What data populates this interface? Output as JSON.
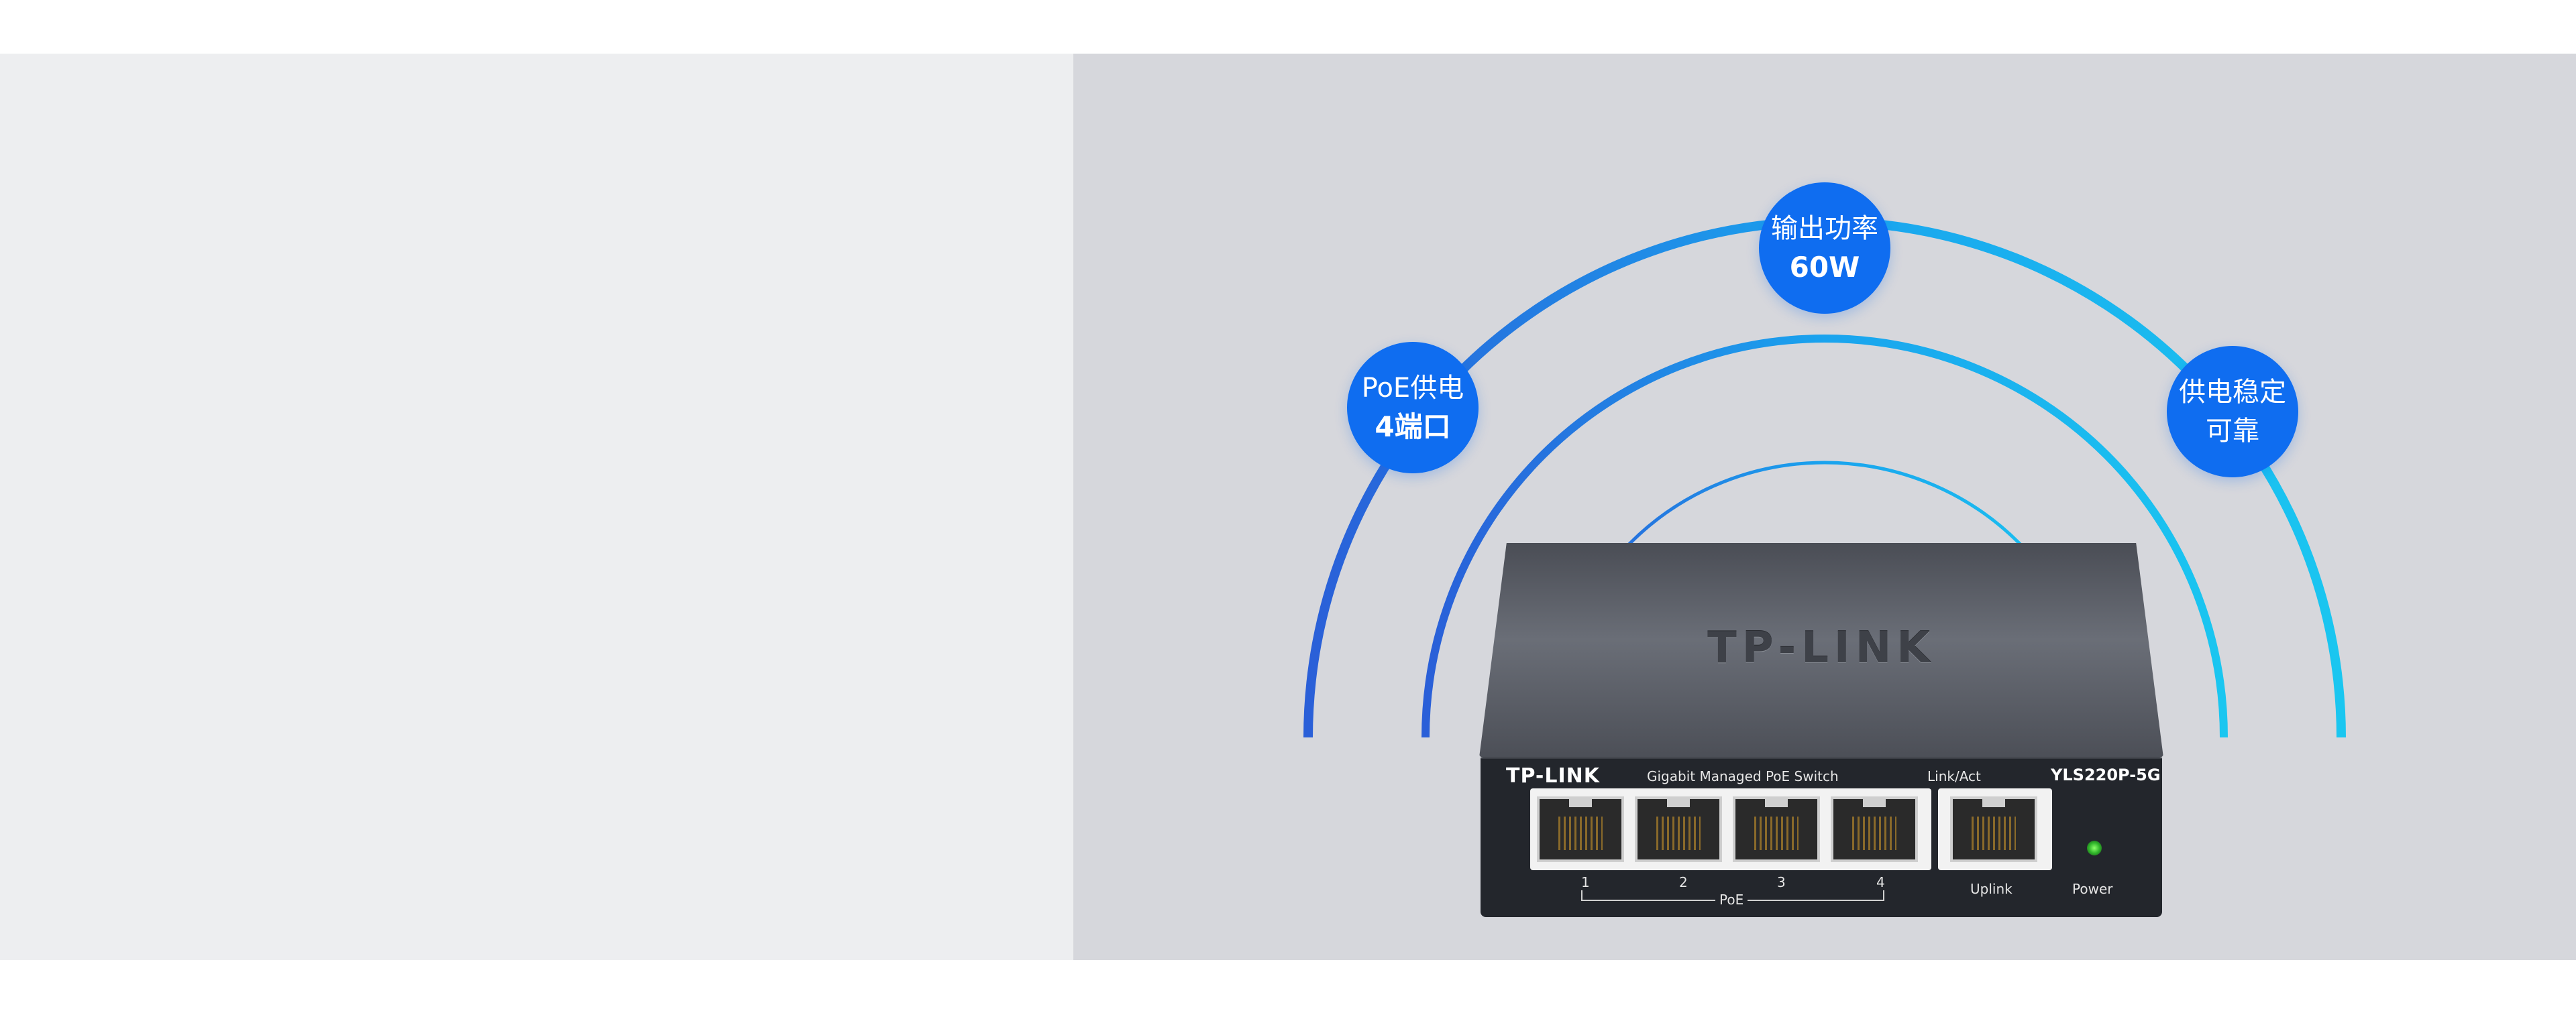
{
  "bubbles": {
    "power": {
      "line1": "输出功率",
      "line2": "60W"
    },
    "poe": {
      "line1": "PoE供电",
      "line2": "4端口"
    },
    "stable": {
      "line1": "供电稳定",
      "line2": "可靠"
    }
  },
  "device": {
    "lid_logo": "TP-LINK",
    "brand": "TP-LINK",
    "description": "Gigabit Managed PoE Switch",
    "link_act": "Link/Act",
    "model": "YLS220P-5G",
    "ports": [
      "1",
      "2",
      "3",
      "4"
    ],
    "poe_label": "PoE",
    "uplink_label": "Uplink",
    "power_label": "Power"
  },
  "colors": {
    "bubble": "#0f6df0",
    "arc_outer": "#1aa3ee",
    "arc_inner": "#2a8be6",
    "left_panel": "#edeef0",
    "right_panel": "#d6d7dc"
  }
}
